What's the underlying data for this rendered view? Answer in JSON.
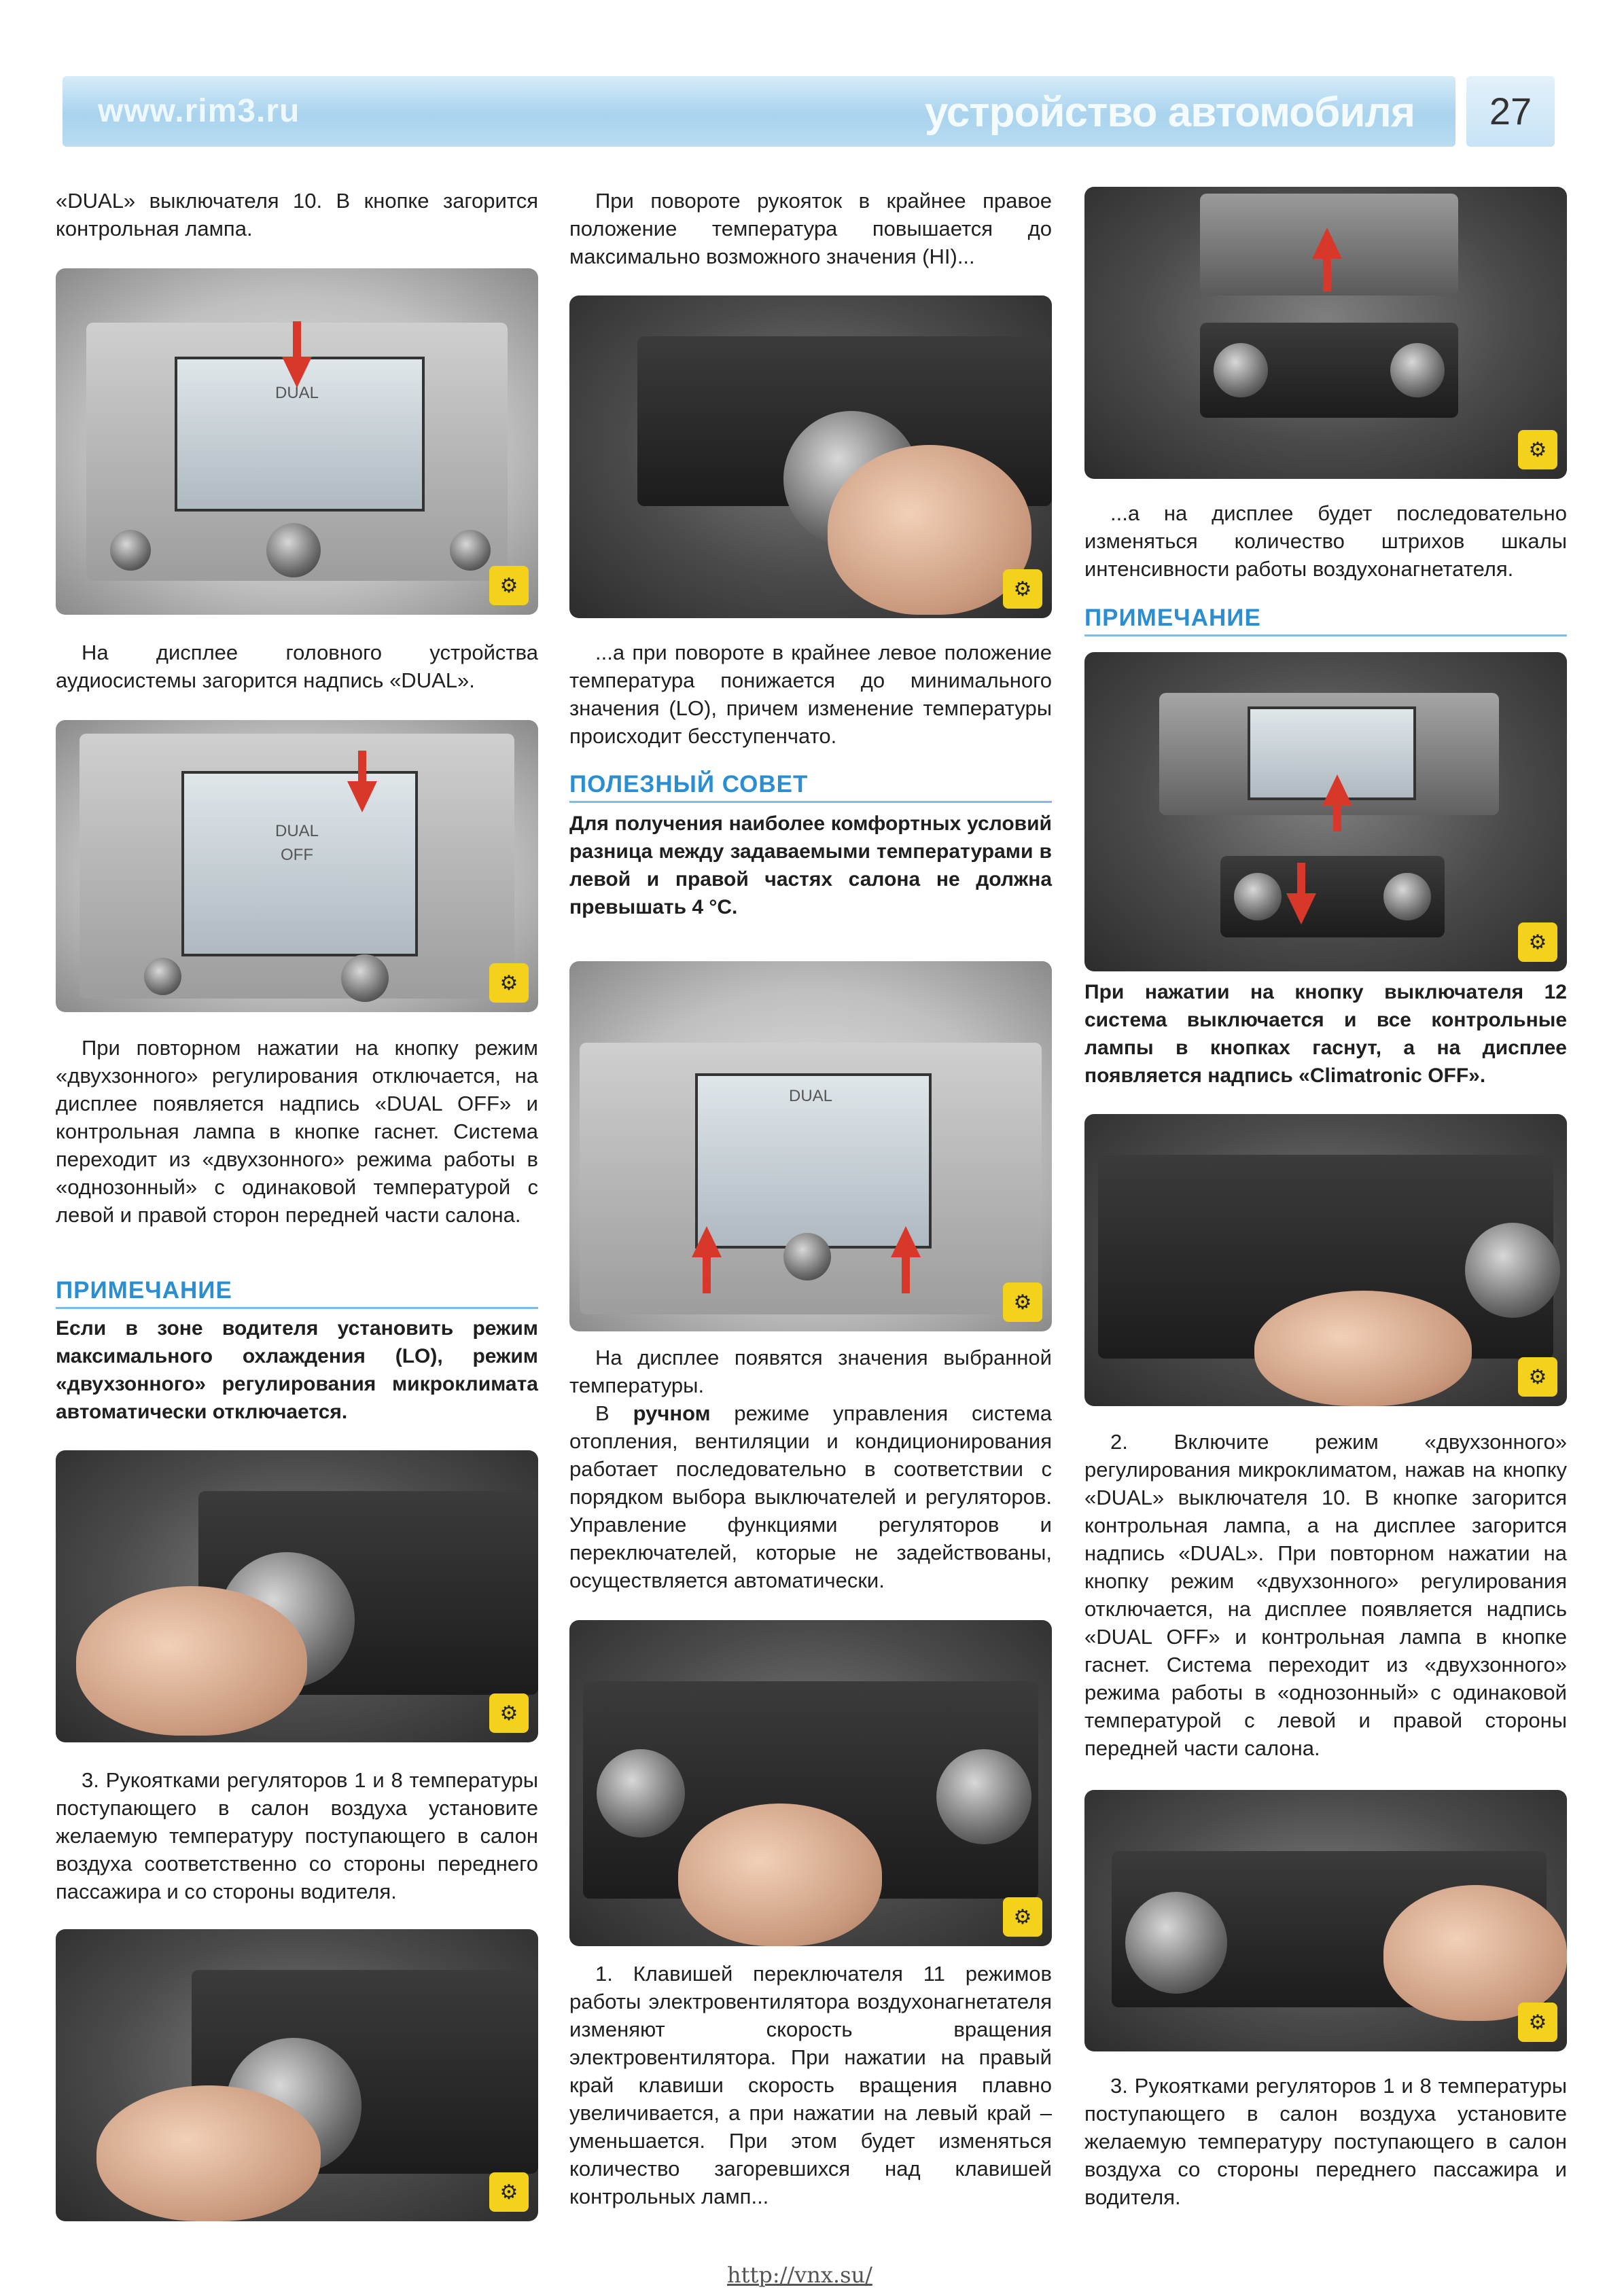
{
  "header": {
    "site": "www.rim3.ru",
    "section": "устройство автомобиля",
    "page_number": "27"
  },
  "col1": {
    "p1": "«DUAL» выключателя 10. В кнопке загорится контрольная лампа.",
    "photo1_screen": "DUAL",
    "p2": "На дисплее головного устройства аудиосистемы загорится надпись «DUAL».",
    "photo2_screen_line1": "DUAL",
    "photo2_screen_line2": "OFF",
    "p3": "При повторном нажатии на кнопку режим «двухзонного» регулирования отключается, на дисплее появляется надпись «DUAL OFF» и контрольная лампа в кнопке гаснет. Система переходит из «двухзонного» режима работы в «однозонный» с одинаковой температурой с левой и правой сторон передней части салона.",
    "note_heading": "ПРИМЕЧАНИЕ",
    "note_text": "Если в зоне водителя установить режим максимального охлаждения (LO), режим «двухзонного» регулирования микроклимата автоматически отключается.",
    "p4": "3. Рукоятками регуляторов 1 и 8 температуры поступающего в салон воздуха установите желаемую температуру поступающего в салон воздуха соответственно со стороны переднего пассажира и со стороны водителя."
  },
  "col2": {
    "p1": "При повороте рукояток в крайнее правое положение температура повышается до максимально возможного значения (HI)...",
    "p2": "...а при повороте в крайнее левое положение температура понижается до минимального значения (LO), причем изменение температуры происходит бесступенчато.",
    "tip_heading": "ПОЛЕЗНЫЙ СОВЕТ",
    "tip_text": "Для получения наиболее комфортных условий разница между задаваемыми температурами в левой и правой частях салона не должна превышать 4 °С.",
    "photo_screen": "DUAL",
    "p3": "На дисплее появятся значения выбранной температуры.",
    "p4_prefix": "В ",
    "p4_bold": "ручном",
    "p4_rest": " режиме управления система отопления, вентиляции и кондиционирования работает последовательно в соответствии с порядком выбора выключателей и регуляторов. Управление функциями регуляторов и переключателей, которые не задействованы, осуществляется автоматически.",
    "p5": "1. Клавишей переключателя 11 режимов работы электровентилятора воздухонагнетателя изменяют скорость вращения электровентилятора. При нажатии на правый край клавиши скорость вращения плавно увеличивается, а при нажатии на левый край – уменьшается. При этом будет изменяться количество загоревшихся над клавишей контрольных ламп..."
  },
  "col3": {
    "p1": "...а на дисплее будет последовательно изменяться количество штрихов шкалы интенсивности работы воздухонагнетателя.",
    "note_heading": "ПРИМЕЧАНИЕ",
    "note_text": "При нажатии на кнопку выключателя 12 система выключается и все контрольные лампы в кнопках гаснут, а на дисплее появляется надпись «Climatronic OFF».",
    "p2": "2. Включите режим «двухзонного» регулирования микроклиматом, нажав на кнопку «DUAL» выключателя 10. В кнопке загорится контрольная лампа, а на дисплее загорится надпись «DUAL». При повторном нажатии на кнопку режим «двухзонного» регулирования отключается, на дисплее появляется надпись «DUAL OFF» и контрольная лампа в кнопке гаснет. Система переходит из «двухзонного» режима работы в «однозонный» с одинаковой температурой с левой и правой стороны передней части салона.",
    "p3": "3. Рукоятками регуляторов 1 и 8 температуры поступающего в салон воздуха установите желаемую температуру поступающего в салон воздуха со стороны переднего пассажира и водителя."
  },
  "footer": {
    "url": "http://vnx.su/"
  }
}
